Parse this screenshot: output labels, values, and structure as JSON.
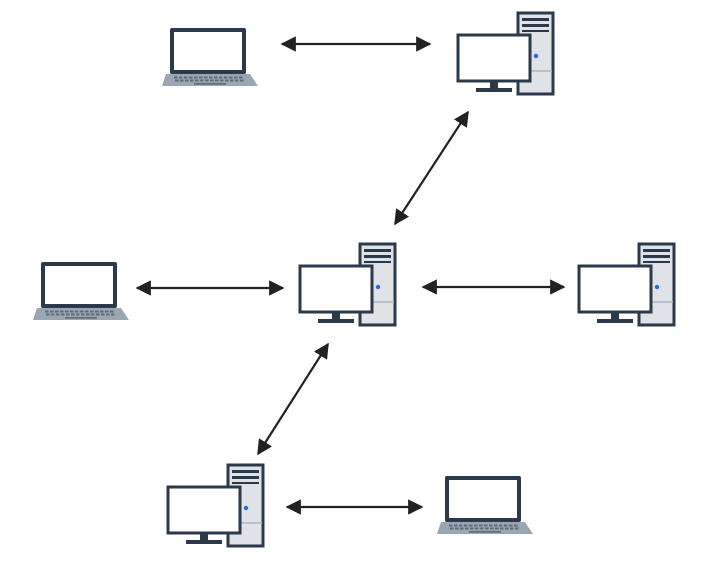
{
  "diagram": {
    "background": "#ffffff",
    "colors": {
      "outline": "#2b3a4a",
      "screen_fill": "#ffffff",
      "case_fill": "#dfe3e8",
      "laptop_base": "#9aa6b2",
      "keyboard": "#5f6b77",
      "power_led": "#1e6fd9",
      "arrow": "#222222"
    },
    "nodes": [
      {
        "id": "laptop-top-left",
        "kind": "laptop",
        "icon": "laptop-icon"
      },
      {
        "id": "desktop-top-right",
        "kind": "desktop",
        "icon": "desktop-computer-icon"
      },
      {
        "id": "laptop-middle-left",
        "kind": "laptop",
        "icon": "laptop-icon"
      },
      {
        "id": "desktop-center",
        "kind": "desktop",
        "icon": "desktop-computer-icon"
      },
      {
        "id": "desktop-middle-right",
        "kind": "desktop",
        "icon": "desktop-computer-icon"
      },
      {
        "id": "desktop-bottom-left",
        "kind": "desktop",
        "icon": "desktop-computer-icon"
      },
      {
        "id": "laptop-bottom-right",
        "kind": "laptop",
        "icon": "laptop-icon"
      }
    ],
    "connections": [
      {
        "from": "laptop-top-left",
        "to": "desktop-top-right",
        "direction": "bidirectional"
      },
      {
        "from": "desktop-top-right",
        "to": "desktop-center",
        "direction": "bidirectional"
      },
      {
        "from": "laptop-middle-left",
        "to": "desktop-center",
        "direction": "bidirectional"
      },
      {
        "from": "desktop-center",
        "to": "desktop-middle-right",
        "direction": "bidirectional"
      },
      {
        "from": "desktop-center",
        "to": "desktop-bottom-left",
        "direction": "bidirectional"
      },
      {
        "from": "desktop-bottom-left",
        "to": "laptop-bottom-right",
        "direction": "bidirectional"
      }
    ]
  }
}
